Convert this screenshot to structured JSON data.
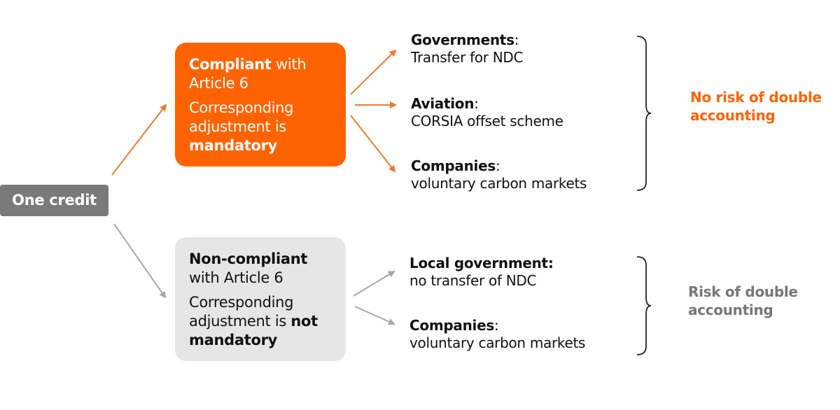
{
  "source": {
    "label": "One credit"
  },
  "compliant": {
    "bold1": "Compliant",
    "rest1": " with",
    "line2": "Article 6",
    "line3": "Corresponding",
    "line4": "adjustment is",
    "bold5": "mandatory"
  },
  "noncompliant": {
    "bold1": "Non-compliant",
    "line2": "with Article 6",
    "line3": "Corresponding",
    "line4": "adjustment is ",
    "bold4": "not",
    "bold5": "mandatory"
  },
  "compliant_uses": [
    {
      "title": "Governments",
      "desc": "Transfer for NDC"
    },
    {
      "title": "Aviation",
      "desc": "CORSIA offset scheme"
    },
    {
      "title": "Companies",
      "desc": "voluntary carbon markets"
    }
  ],
  "noncompliant_uses": [
    {
      "title": "Local government",
      "desc": "no transfer of NDC"
    },
    {
      "title": "Companies",
      "desc": "voluntary carbon markets"
    }
  ],
  "outcomes": {
    "no_risk": "No risk of double accounting",
    "risk": "Risk of double accounting"
  },
  "colors": {
    "orange": "#ff6200",
    "gray_box": "#e6e6e6",
    "credit": "#7a7a7a",
    "gray_arrow": "#a8a8a8",
    "risk_text": "#777777"
  }
}
